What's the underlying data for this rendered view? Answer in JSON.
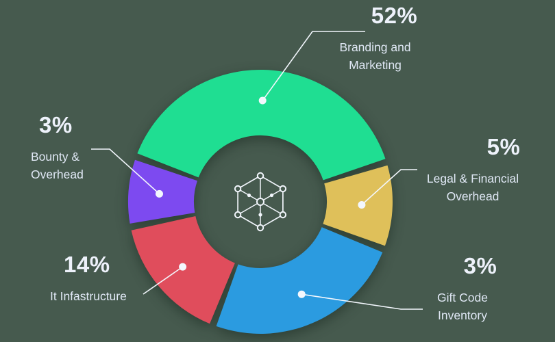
{
  "colors": {
    "background": "#465a4e",
    "text": "#e7edf8",
    "leader": "#f3f7fd",
    "icon": "#f2f6fc"
  },
  "center_icon": "network-icon",
  "chart_data": {
    "type": "pie",
    "style": "donut-with-callout-labels",
    "title": "",
    "legend_position": "callouts",
    "leader_color": "#f3f7fd",
    "layout": {
      "center": [
        380,
        295
      ],
      "outer_radius": 193,
      "inner_radius": 97,
      "dot_radius": 148,
      "background": "#465a4e"
    },
    "segments": [
      {
        "id": "branding-and-marketing",
        "percent_label": "52%",
        "value": 52,
        "lines": [
          "Branding and",
          "Marketing"
        ],
        "color": "#1fde92",
        "arc_deg": [
          19,
          158.5
        ],
        "leader": [
          [
            456,
            46
          ],
          [
            533,
            46
          ]
        ]
      },
      {
        "id": "legal-financial-overhead",
        "percent_label": "5%",
        "value": 5,
        "lines": [
          "Legal & Financial",
          "Overhead"
        ],
        "color": "#dfc05a",
        "arc_deg": [
          340.5,
          376
        ],
        "leader": [
          [
            585,
            248
          ],
          [
            609,
            248
          ]
        ]
      },
      {
        "id": "gift-code-inventory",
        "percent_label": "3%",
        "value": 3,
        "lines": [
          "Gift Code",
          "Inventory"
        ],
        "color": "#2b9be0",
        "arc_deg": [
          250.5,
          337.5
        ],
        "leader": [
          [
            585,
            452
          ],
          [
            617,
            452
          ]
        ]
      },
      {
        "id": "it-infastructure",
        "percent_label": "14%",
        "value": 14,
        "lines": [
          "It Infastructure"
        ],
        "color": "#e04d5c",
        "arc_deg": [
          192.5,
          247.5
        ],
        "leader": [
          [
            209,
            430
          ]
        ]
      },
      {
        "id": "bounty-overhead",
        "percent_label": "3%",
        "value": 3,
        "lines": [
          "Bounty &",
          "Overhead"
        ],
        "color": "#7d4af0",
        "arc_deg": [
          161.5,
          189.5
        ],
        "leader": [
          [
            160,
            218
          ],
          [
            133,
            218
          ]
        ]
      }
    ]
  }
}
